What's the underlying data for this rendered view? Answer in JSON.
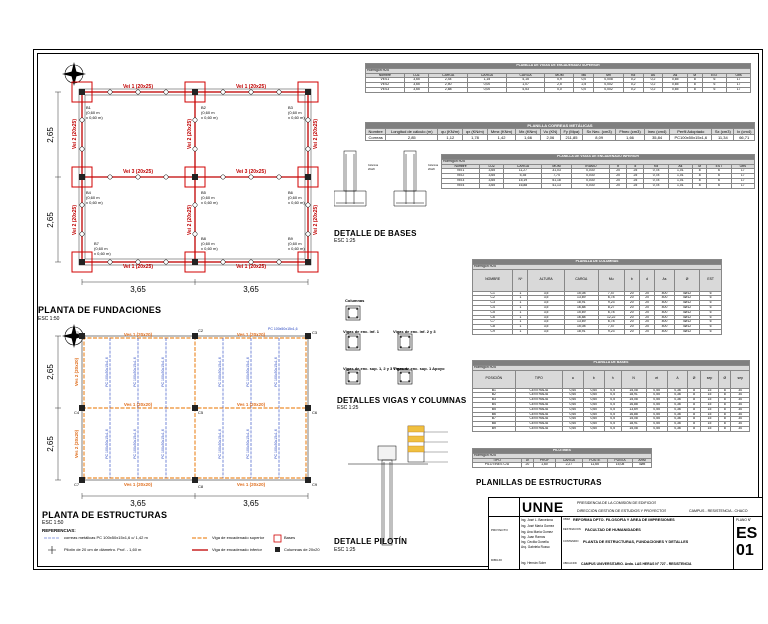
{
  "plans": {
    "fundaciones": {
      "title": "PLANTA DE FUNDACIONES",
      "scale": "ESC 1:50"
    },
    "estructuras": {
      "title": "PLANTA DE ESTRUCTURAS",
      "scale": "ESC 1:50"
    },
    "bases": {
      "title": "DETALLE DE BASES",
      "scale": "ESC 1:25"
    },
    "vigas": {
      "title": "DETALLES VIGAS Y COLUMNAS",
      "scale": "ESC 1:25"
    },
    "pilotin": {
      "title": "DETALLE PILOTÍN",
      "scale": "ESC 1:25"
    },
    "planillas": {
      "title": "PLANILLAS DE ESTRUCTURAS"
    }
  },
  "dims": {
    "width_a": "3,65",
    "width_b": "3,65",
    "height_a": "2,65",
    "height_b": "2,65"
  },
  "beams": {
    "vei1_top": "Vei 1 (20x25)",
    "vei2": "Vei 2 (20x25)",
    "vei3": "Vei 3 (20x25)",
    "vei1_bottom": "Vei 1 (20x25)",
    "ves1": "Ves 1 (20x20)",
    "ves2": "Ves 2 (20x20)",
    "ves1b": "Ves 1 (20x20)"
  },
  "bases_labels": [
    {
      "name": "B1",
      "dim1": "(0,60 m",
      "dim2": "x 0,60 m)"
    },
    {
      "name": "B2",
      "dim1": "(0,60 m",
      "dim2": "x 0,60 m)"
    },
    {
      "name": "B3",
      "dim1": "(0,60 m",
      "dim2": "x 0,60 m)"
    },
    {
      "name": "B4",
      "dim1": "(0,60 m",
      "dim2": "x 0,60 m)"
    },
    {
      "name": "B5",
      "dim1": "(0,60 m",
      "dim2": "x 0,60 m)"
    },
    {
      "name": "B6",
      "dim1": "(0,60 m",
      "dim2": "x 0,60 m)"
    },
    {
      "name": "B7",
      "dim1": "(0,60 m",
      "dim2": "x 0,60 m)"
    },
    {
      "name": "B8",
      "dim1": "(0,60 m",
      "dim2": "x 0,60 m)"
    },
    {
      "name": "B9",
      "dim1": "(0,60 m",
      "dim2": "x 0,60 m)"
    }
  ],
  "columns": [
    "C1",
    "C2",
    "C3",
    "C4",
    "C5",
    "C6",
    "C7",
    "C8",
    "C9"
  ],
  "purlins": "PC 100x50x15x1,6",
  "details": {
    "columnas": "Columnas",
    "vigas_enc_1": "Vigas de enc. inf. 1",
    "vigas_enc_23": "Vigas de enc. inf. 2 y 3",
    "vigas_sup": "Vigas de enc. sup. 1, 2 y 3 Tramos",
    "vigas_sup_ap": "Vigas de enc. sup. 1 Apoyo"
  },
  "legend": {
    "title": "REFERENCIAS:",
    "items": [
      "correas metálicas PC 100x50x15x1,6 c/ 1,42 m",
      "Viga de encadenado superior",
      "Bases",
      "Pilotín de 20 cm de diámetro. Prof. - 1,60 m",
      "Viga de encadenado inferior",
      "Columnas de 20x20"
    ]
  },
  "tables": {
    "vigas_sup": {
      "title": "PLANILLA DE VIGAS DE ENCADENADO SUPERIOR",
      "hormigon": "Hormigon H25",
      "rows": [
        [
          "VES1",
          "3,65",
          "2,44",
          "1,15",
          "4,15",
          "0,9"
        ],
        [
          "VES2",
          "3,65",
          "2,50",
          "0,00",
          "1,07",
          "2,5"
        ],
        [
          "VES3",
          "3,65",
          "2,88",
          "0,00",
          "4,53",
          "0,0"
        ]
      ]
    },
    "correas": {
      "title": "PLANILLA CORREAS METÁLICAS",
      "headers": [
        "Nombre",
        "Longitud de cálculo (m)",
        "qu (KN/m)",
        "qx (KN/m)",
        "Mmx (KNm)",
        "Mx (KNm)",
        "Vu (KN)",
        "Fy (Mpa)",
        "Sx Nec. (cm3)",
        "Ffnec (cm3)",
        "Inec (cm4)",
        "Perfil Adoptado",
        "Sx (cm3)",
        "Ix (cm4)"
      ],
      "row": [
        "Correas",
        "2,85",
        "1,12",
        "1,78",
        "1,42",
        "1,66",
        "2,06",
        "211,85",
        "8,09",
        "1,66",
        "35,84",
        "PC100x50x15x1,6",
        "11,34",
        "66,71"
      ]
    },
    "vigas_inf": {
      "title": "PLANILLA DE VIGAS DE ENCADENADO INFERIOR",
      "hormigon": "Hormigon H25",
      "rows": [
        [
          "VEI1",
          "3,65",
          "11,27",
          "31,03",
          "0,030"
        ],
        [
          "VEI2",
          "3,65",
          "5,35",
          "7,74",
          "0,030"
        ],
        [
          "VEI3",
          "3,65",
          "15,19",
          "51,18",
          "0,030"
        ],
        [
          "VEI4",
          "3,65",
          "16,88",
          "41,13",
          "0,030"
        ]
      ]
    },
    "columnas": {
      "title": "PLANILLA DE COLUMNAS",
      "hormigon": "Hormigon H25",
      "rows": [
        "C1",
        "C2",
        "C3",
        "C4",
        "C5",
        "C6",
        "C7",
        "C8",
        "C9"
      ]
    },
    "bases": {
      "title": "PLANILLA DE BASES",
      "hormigon": "Hormigon H25",
      "rows": [
        "B1",
        "B2",
        "B3",
        "B4",
        "B5",
        "B6",
        "B7",
        "B8",
        "B9"
      ]
    },
    "pilotin": {
      "title": "PILOTINES",
      "hormigon": "Hormigon H25",
      "row": "PILOTINES C/U"
    }
  },
  "title_block": {
    "logo": "UNNE",
    "line1": "PRESIDENCIA DE LA COMISIÓN DE EDIFICIOS",
    "line2": "DIRECCIÓN GESTIÓN DE ESTUDIOS Y PROYECTOS",
    "campus": "CAMPUS - RESISTENCIA - CHACO",
    "obra_label": "OBRA",
    "obra": "REFORMA DPTO. FILOSOFÍA Y ÁREA DE IMPRESIONES",
    "plano_label": "PLANO N°",
    "plano_code": "ES",
    "plano_num": "01",
    "facultad_label": "DESTINACIÓN",
    "facultad": "FACULTAD DE HUMANIDADES",
    "contenido_label": "CONTENIDO",
    "contenido": "PLANTA DE ESTRUCTURAS, FUNDACIONES Y DETALLES",
    "ubicacion_label": "UBICACIÓN",
    "ubicacion": "CAMPUS UNIVERSITARIO. Avda. LAS HERAS N° 727 - RESISTENCIA",
    "proyecto_label": "PROYECTO",
    "dibujo_label": "DIBUJO",
    "people": [
      "Ing. José L. Barcelona",
      "Ing. José María Gomez",
      "Ing. Ana María Gomez",
      "Ing. Juan Ramos",
      "Ing. Cecilia Gonella",
      "Arq. Gabriela Russo",
      "Ing. Hernán Soler"
    ]
  }
}
